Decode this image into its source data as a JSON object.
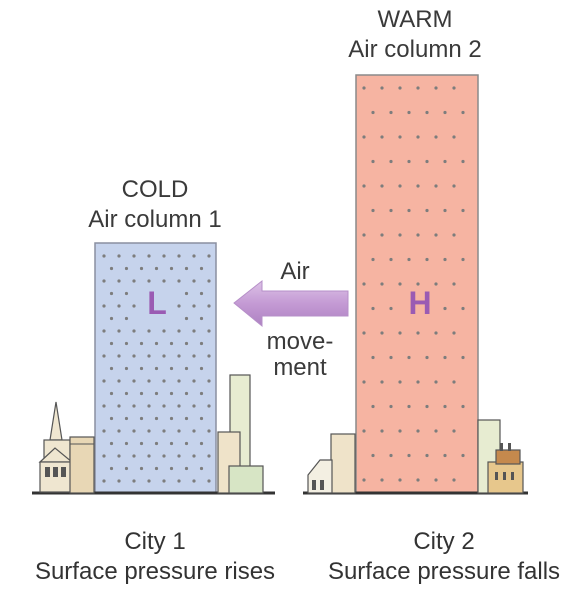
{
  "colors": {
    "cold_column": "#c6d3ec",
    "warm_column": "#f6b4a2",
    "arrow": "#c9a3d6",
    "pressure_letter": "#9a5bb3",
    "dots": "#7d7d7d",
    "ground": "#333333"
  },
  "column1": {
    "temperature": "COLD",
    "name": "Air column 1",
    "pressure_letter": "L",
    "city": "City 1",
    "surface_note": "Surface pressure rises"
  },
  "column2": {
    "temperature": "WARM",
    "name": "Air column 2",
    "pressure_letter": "H",
    "city": "City 2",
    "surface_note": "Surface pressure falls"
  },
  "arrow": {
    "line1": "Air",
    "line2": "move-",
    "line3": "ment"
  }
}
